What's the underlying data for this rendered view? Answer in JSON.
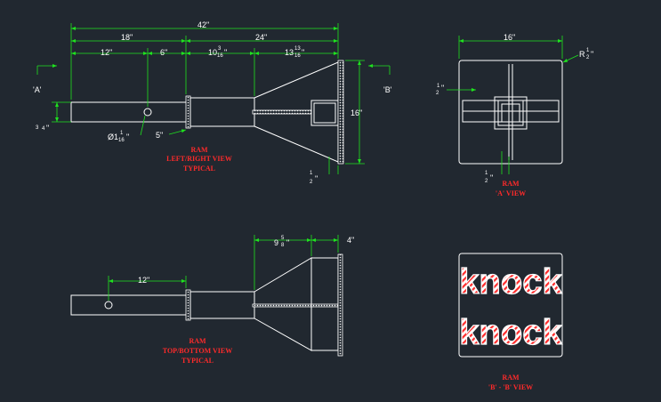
{
  "dims": {
    "overall": "42\"",
    "d18": "18\"",
    "d24": "24\"",
    "d12": "12\"",
    "d6": "6\"",
    "d10": "10",
    "d10_frac_num": "3",
    "d10_frac_den": "16",
    "d10_suffix": "\"",
    "d13": "13",
    "d13_frac_num": "13",
    "d13_frac_den": "16",
    "d13_suffix": "\"",
    "d3_num": "3",
    "d3_den": "4",
    "d3_suffix": "\"",
    "hole_prefix": "Ø1",
    "hole_num": "1",
    "hole_den": "16",
    "hole_suffix": "\"",
    "d5": "5\"",
    "d16_side": "16\"",
    "half_num": "1",
    "half_den": "2",
    "half_suffix": "\"",
    "d16_top": "16\"",
    "radius_prefix": "R",
    "radius_num": "1",
    "radius_den": "2",
    "radius_suffix": "\"",
    "a_half_num": "1",
    "a_half_den": "2",
    "a_half_suffix": "\"",
    "a_bottom_num": "1",
    "a_bottom_den": "2",
    "a_bottom_suffix": "\"",
    "tb_12": "12\"",
    "tb_9": "9",
    "tb_9_num": "5",
    "tb_9_den": "8",
    "tb_9_suffix": "\"",
    "tb_4": "4\""
  },
  "markers": {
    "a": "'A'",
    "b": "'B'"
  },
  "views": {
    "left_right": [
      "RAM",
      "LEFT/RIGHT VIEW",
      "TYPICAL"
    ],
    "a_view": [
      "RAM",
      "'A' VIEW"
    ],
    "top_bottom": [
      "RAM",
      "TOP/BOTTOM VIEW",
      "TYPICAL"
    ],
    "b_view": [
      "RAM",
      "'B' - 'B' VIEW"
    ]
  },
  "knock_text": [
    "knock",
    "knock"
  ],
  "colors": {
    "background": "#212830",
    "geometry": "#ffffff",
    "dimension": "#1fe21f",
    "label": "#ff2a2a"
  }
}
